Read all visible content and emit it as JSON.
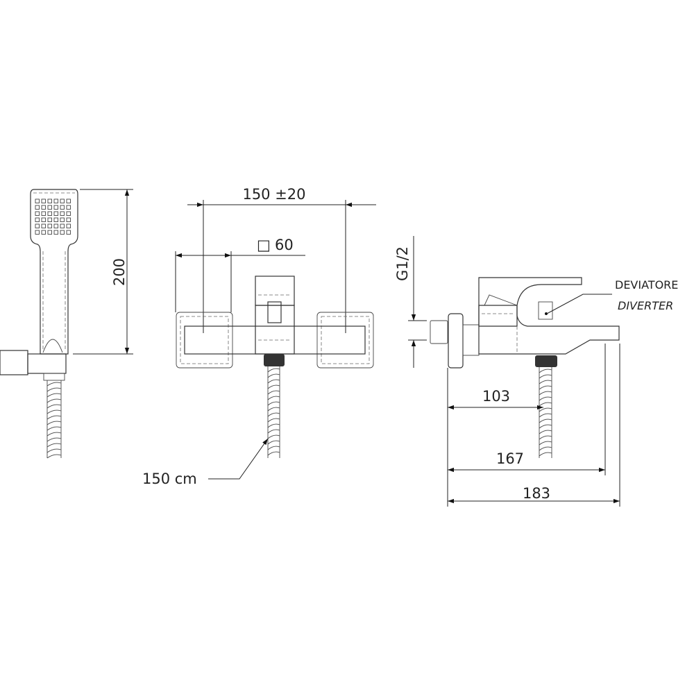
{
  "drawing": {
    "handshower": {
      "height_label": "200"
    },
    "front_view": {
      "centers_label": "150 ±20",
      "square_symbol": "□",
      "escutcheon_label": "60",
      "hose_label": "150 cm"
    },
    "side_view": {
      "thread_label": "G1/2",
      "diverter_label_it": "DEVIATORE",
      "diverter_label_en": "DIVERTER",
      "dim_1": "103",
      "dim_2": "167",
      "dim_3": "183"
    },
    "colors": {
      "line": "#333333",
      "background": "#ffffff"
    }
  }
}
